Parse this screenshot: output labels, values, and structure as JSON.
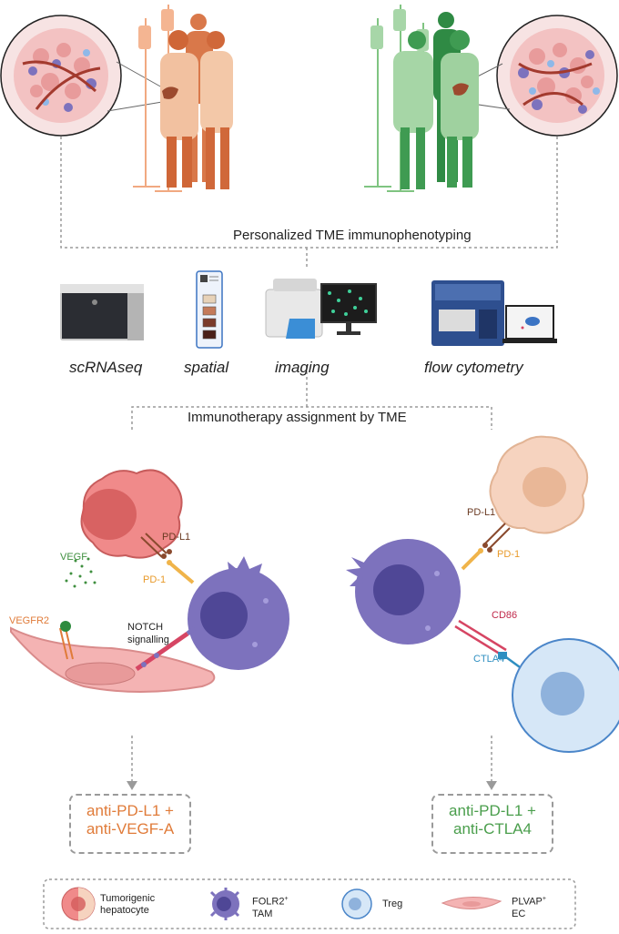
{
  "headings": {
    "personalized": "Personalized TME immunophenotyping",
    "assignment": "Immunotherapy assignment by TME"
  },
  "techniques": [
    "scRNAseq",
    "spatial",
    "imaging",
    "flow cytometry"
  ],
  "left_panel": {
    "vegf": "VEGF",
    "pd_l1": "PD-L1",
    "pd_1": "PD-1",
    "vegfr2": "VEGFR2",
    "notch_line1": "NOTCH",
    "notch_line2": "signalling",
    "therapy_line1": "anti-PD-L1 +",
    "therapy_line2": "anti-VEGF-A"
  },
  "right_panel": {
    "pd_l1": "PD-L1",
    "pd_1": "PD-1",
    "cd86": "CD86",
    "ctla4": "CTLA4",
    "therapy_line1": "anti-PD-L1 +",
    "therapy_line2": "anti-CTLA4"
  },
  "legend": {
    "tumor_line1": "Tumorigenic",
    "tumor_line2": "hepatocyte",
    "tam_line1": "FOLR2",
    "tam_sup": "+",
    "tam_line2": "TAM",
    "treg": "Treg",
    "ec_line1": "PLVAP",
    "ec_sup": "+",
    "ec_line2": "EC"
  },
  "colors": {
    "orange": "#e07b39",
    "green": "#5bb55e",
    "tumor": "#f08a8a",
    "tam": "#7d72bd",
    "treg": "#bcd6f0",
    "ec": "#f4b3b3",
    "cd86": "#d64563",
    "ctla4": "#2f8fc1",
    "pd1": "#f0b44a",
    "pdl1": "#8a4a2e"
  }
}
